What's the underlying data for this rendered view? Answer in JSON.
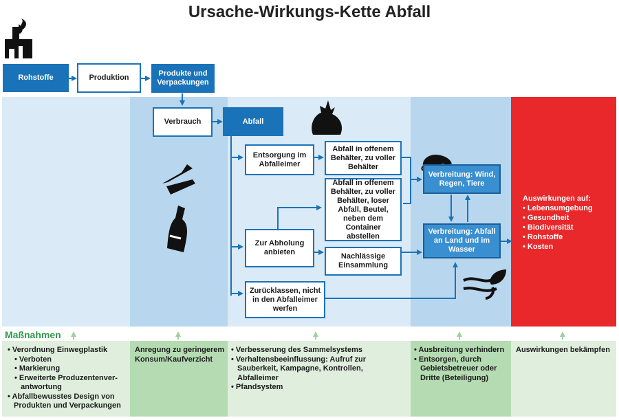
{
  "title": "Ursache-Wirkungs-Kette Abfall",
  "colors": {
    "blue": "#1a73b8",
    "light_blue": "#daeaf6",
    "mid_blue": "#b8d7ee",
    "red": "#e8282a",
    "light_green": "#dfeedd",
    "green": "#b5dbb2",
    "green_title": "#2e9a4a"
  },
  "boxes": {
    "rohstoffe": "Rohstoffe",
    "produktion": "Produktion",
    "produkte": "Produkte und Verpackungen",
    "verbrauch": "Verbrauch",
    "abfall": "Abfall",
    "entsorgung": "Entsorgung im Abfalleimer",
    "offen1": "Abfall in offenem Behälter, zu voller Behälter",
    "offen2": "Abfall in offenem Behälter, zu voller Behälter, loser Abfall, Beutel, neben dem Container abstellen",
    "abholung": "Zur Abholung anbieten",
    "einsammlung": "Nachlässige Einsammlung",
    "zuruecklassen": "Zurücklassen, nicht in den Abfalleimer werfen",
    "wind": "Verbreitung: Wind, Regen, Tiere",
    "land": "Verbreitung: Abfall an Land und im Wasser"
  },
  "effects": {
    "heading": "Auswirkungen auf:",
    "items": [
      "Lebensumgebung",
      "Gesundheit",
      "Biodiversität",
      "Rohstoffe",
      "Kosten"
    ]
  },
  "measures": {
    "title": "Maßnahmen",
    "col1": {
      "i1": "Verordnung Einwegplastik",
      "s1": "Verboten",
      "s2": "Markierung",
      "s3": "Erweiterte Produzentenver-antwortung",
      "i2": "Abfallbewusstes Design von Produkten und Verpackungen"
    },
    "col2": "Anregung zu geringerem Konsum/Kaufverzicht",
    "col3": {
      "i1": "Verbesserung des Sammelsystems",
      "i2": "Verhaltensbeeinflussung: Aufruf zur Sauberkeit, Kampagne, Kontrollen, Abfalleimer",
      "i3": "Pfandsystem"
    },
    "col4": {
      "i1": "Ausbreitung verhindern",
      "i2": "Entsorgen, durch Gebietsbetreuer oder Dritte (Beteiligung)"
    },
    "col5": "Auswirkungen bekämpfen"
  },
  "icons": [
    "factory-icon",
    "garbage-bag-icon",
    "food-container-icon",
    "bottle-icon",
    "rat-icon",
    "wind-leaf-icon"
  ]
}
